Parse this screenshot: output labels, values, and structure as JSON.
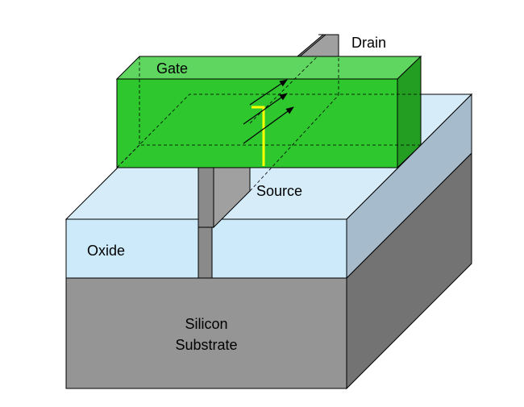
{
  "labels": {
    "drain": "Drain",
    "gate": "Gate",
    "source": "Source",
    "oxide": "Oxide",
    "substrate_line1": "Silicon",
    "substrate_line2": "Substrate"
  },
  "colors": {
    "substrate_front": "#959595",
    "substrate_side": "#737373",
    "oxide_top": "#d6ecf9",
    "oxide_front": "#cdeafa",
    "oxide_side": "#a6bccc",
    "gate_front": "#2ec72e",
    "gate_top": "#5fd65f",
    "gate_side": "#239e23",
    "fin_front": "#8a8a8a",
    "fin_side": "#a0a0a0",
    "fin_top": "#b5b5b5",
    "channel_highlight": "#ffff00",
    "outline": "#000000"
  },
  "icons": {
    "current_flow": "arrow-icon"
  }
}
